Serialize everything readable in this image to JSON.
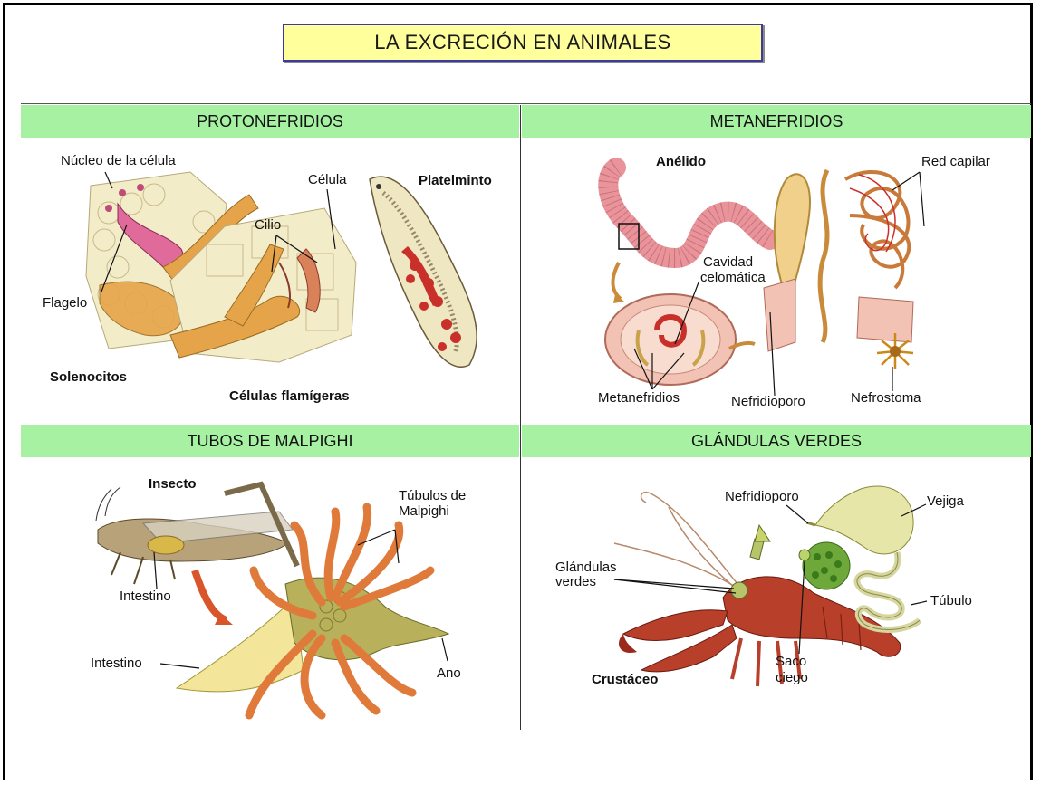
{
  "title": "LA EXCRECIÓN EN ANIMALES",
  "colors": {
    "band": "#a6f2a2",
    "title_bg": "#ffff9c",
    "title_border": "#3a3aa0"
  },
  "sections": {
    "protonefridios": {
      "heading": "PROTONEFRIDIOS",
      "labels": {
        "nucleo": "Núcleo de la célula",
        "celula": "Célula",
        "platelminto": "Platelminto",
        "cilio": "Cilio",
        "flagelo": "Flagelo",
        "solenocitos": "Solenocitos",
        "flamigeras": "Células flamígeras"
      }
    },
    "metanefridios": {
      "heading": "METANEFRIDIOS",
      "labels": {
        "anelido": "Anélido",
        "red_capilar": "Red capilar",
        "cavidad_1": "Cavidad",
        "cavidad_2": "celomática",
        "metanefridios": "Metanefridios",
        "nefridioporo": "Nefridioporo",
        "nefrostoma": "Nefrostoma"
      }
    },
    "malpighi": {
      "heading": "TUBOS DE MALPIGHI",
      "labels": {
        "insecto": "Insecto",
        "tubulos_1": "Túbulos de",
        "tubulos_2": "Malpighi",
        "intestino_small": "Intestino",
        "intestino_big": "Intestino",
        "ano": "Ano"
      }
    },
    "glandulas": {
      "heading": "GLÁNDULAS VERDES",
      "labels": {
        "nefridioporo": "Nefridioporo",
        "vejiga": "Vejiga",
        "glandulas_1": "Glándulas",
        "glandulas_2": "verdes",
        "tubulo": "Túbulo",
        "saco_1": "Saco",
        "saco_2": "ciego",
        "crustaceo": "Crustáceo"
      }
    }
  }
}
